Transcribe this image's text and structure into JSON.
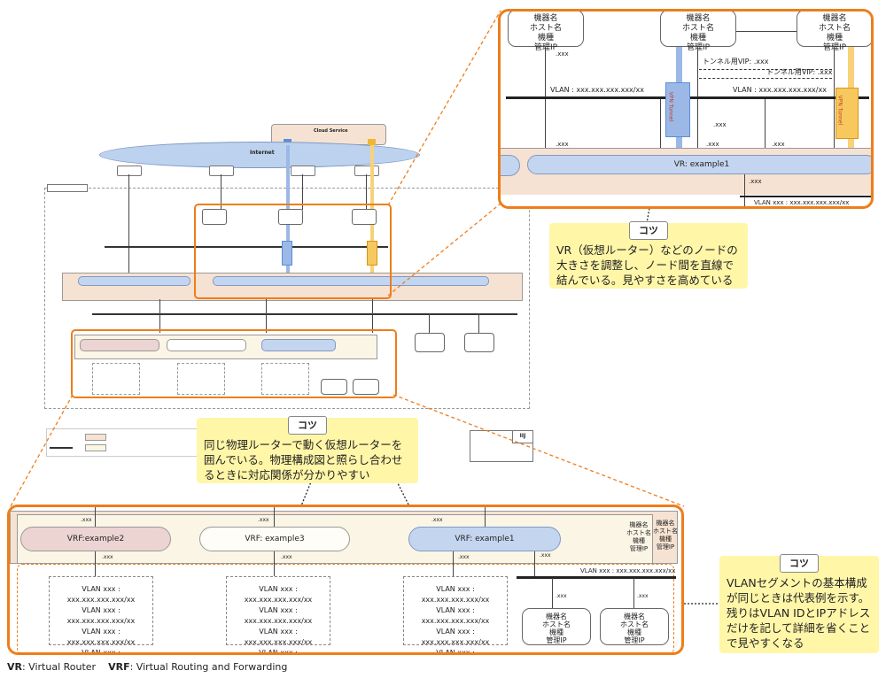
{
  "cloud": {
    "label": "Cloud Service"
  },
  "internet": {
    "label": "Internet"
  },
  "node": {
    "line1": "機器名",
    "line2": "ホスト名",
    "line3": "機種",
    "line4": "管理IP"
  },
  "ip_tail": ".xxx",
  "vlan_full": "VLAN xxx : xxx.xxx.xxx.xxx/xx",
  "vlan_top": "VLAN : xxx.xxx.xxx.xxx/xx",
  "vlan_top2": "VLAN : xxx.xxx.xxx.xxx/xx",
  "tunnel_vip": "トンネル用VIP: .xxx",
  "vpn_tunnel": "VPN Tunnel",
  "vr_example1_zoom": "VR: example1",
  "vlan_zoom_label": "VLAN xxx : xxx.xxx.xxx.xxx/xx",
  "vrf": {
    "example2": "VRF:example2",
    "example3": "VRF: example3",
    "example1": "VRF: example1"
  },
  "vlan_bottom_bar": "VLAN xxx : xxx.xxx.xxx.xxx/xx",
  "vlan_lines": [
    "VLAN xxx : xxx.xxx.xxx.xxx/xx",
    "VLAN xxx : xxx.xxx.xxx.xxx/xx",
    "VLAN xxx : xxx.xxx.xxx.xxx/xx",
    "VLAN xxx : xxx.xxx.xxx.xxx/xx",
    "VLAN xxx : xxx.xxx.xxx.xxx/xx",
    "VLAN xxx : xxx.xxx.xxx.xxx/xx"
  ],
  "tips": {
    "title": "コツ",
    "tip1": "VR（仮想ルーター）などのノードの大きさを調整し、ノード間を直線で結んでいる。見やすさを高めている",
    "tip2": "同じ物理ルーターで動く仮想ルーターを囲んでいる。物理構成図と照らし合わせるときに対応関係が分かりやすい",
    "tip3": "VLANセグメントの基本構成が同じときは代表例を示す。残りはVLAN IDとIPアドレスだけを記して詳細を省くことで見やすくなる"
  },
  "footer": {
    "vr_abbr": "VR",
    "vr_full": ": Virtual Router",
    "vrf_abbr": "VRF",
    "vrf_full": ": Virtual Routing and Forwarding"
  },
  "colors": {
    "orange": "#ee7d1a",
    "vr_fill": "#f6e2d2",
    "vrf_pink": "#ecd4d3",
    "vrf_cream": "#fbf5e6",
    "vrf_blue": "#c4d5f0",
    "internet": "#bcd2ee",
    "tip": "#fff6a8",
    "vpn_blue": "#9bb8e6",
    "vpn_yellow": "#f7c85e"
  }
}
